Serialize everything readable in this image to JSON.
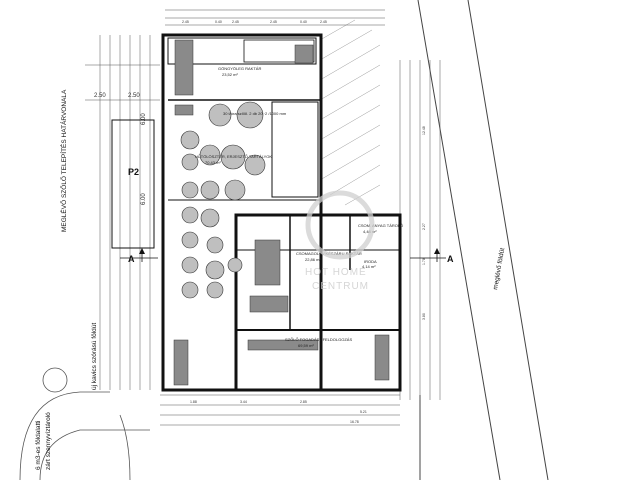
{
  "rooms": {
    "r1": {
      "name": "GÖNGYÖLEG RAKTÁR",
      "area": "23,52 m²"
    },
    "r2": {
      "name": "30 t/óra szőlő. 2 db 20 ·2 /1000 mm"
    },
    "r3": {
      "name": "HŰTÖLÖSZTÉR, ERJESZTŐ TARTÁLYOK",
      "area": "70,43 m²"
    },
    "r4": {
      "name": "CSOMAGOLÓ / KÉSZÁRU RAKTÁR",
      "area": "22,86 m²"
    },
    "r5": {
      "name": "CSOM. ANYAG TÁROLÓ",
      "area": "4,48 m²"
    },
    "r6": {
      "name": "IRODA",
      "area": "4,14 m²"
    },
    "r7": {
      "name": "SZŐLŐ FOGADÁS / FELDOLGOZÁS",
      "area": "69,59 m²"
    }
  },
  "side_labels": {
    "boundary": "MEGLÉVŐ SZŐLŐ TELEPÍTÉS HATÁRVONALA",
    "gravel_road": "új kavics szórású földút",
    "dirt_road": "meglévő földút",
    "left_bottom_1": "6 m3-es földalatti",
    "left_bottom_2": "zárt szennyvíztároló"
  },
  "markers": {
    "section_left": "A",
    "section_right": "A",
    "parking": "P2"
  },
  "dimensions": {
    "top_row": [
      "2.45",
      "0.40",
      "2.45",
      "2.45",
      "0.40",
      "2.45"
    ],
    "left_a": "2.50",
    "left_b": "2.50",
    "left_c": "6.00",
    "left_d": "6.00",
    "bottom_row": [
      "1.88",
      "3.44",
      "2.85",
      "5.21"
    ],
    "bottom_total": "16.78",
    "right_col": [
      "12.48",
      "2.27",
      "1.78",
      "3.80"
    ]
  },
  "watermark": {
    "line1": "HOT HOME",
    "line2": "CENTRUM"
  }
}
